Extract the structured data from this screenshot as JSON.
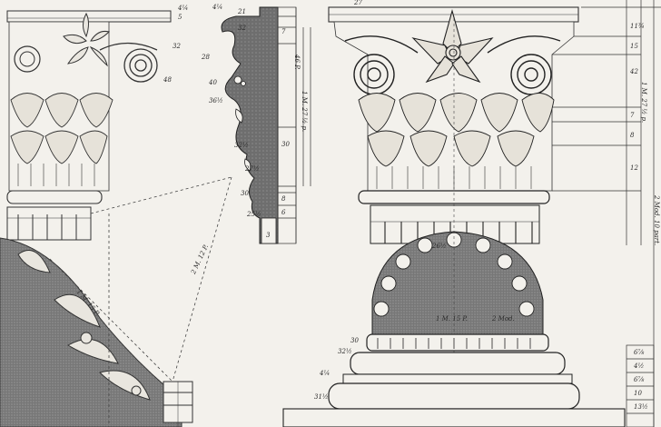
{
  "labels": {
    "left_top_4": "4¼",
    "left_top_5": "5",
    "left_32": "32",
    "left_48": "48",
    "center_32": "32",
    "center_40": "40",
    "center_3612": "36½",
    "center_28": "28",
    "center_3212": "32½",
    "center_2712": "27½",
    "center_30": "30",
    "center_2512": "25½",
    "center_top_21": "21",
    "center_top_7": "7",
    "center_mid_30": "30",
    "center_mid_8": "8",
    "center_mid_6": "6",
    "center_bot_3": "3",
    "center_vert_scale": "1 M. 27 ½ p.",
    "center_vert_scale2": "46 P.",
    "center_diag": "1 M. 15 P.",
    "left_diag": "2 M. 12 P.",
    "right_top_27": "27",
    "right_11": "11¾",
    "right_15": "15",
    "right_42": "42",
    "right_7": "7",
    "right_8": "8",
    "right_12": "12",
    "right_scale": "1 M. 27 ½ p.",
    "right_vert_scale": "2 Mod. 10 part.",
    "arch_label": "1 M. 15 P.",
    "arch_label2": "2 Mod.",
    "right_2612": "26½",
    "right_30": "30",
    "right_3212": "32½",
    "right_4": "4¼",
    "right_3112": "31½",
    "base_8": "6⅞",
    "base_9": "4½",
    "base_10": "6⅞",
    "base_11": "10",
    "base_12": "13½",
    "left_2": "4¼"
  }
}
